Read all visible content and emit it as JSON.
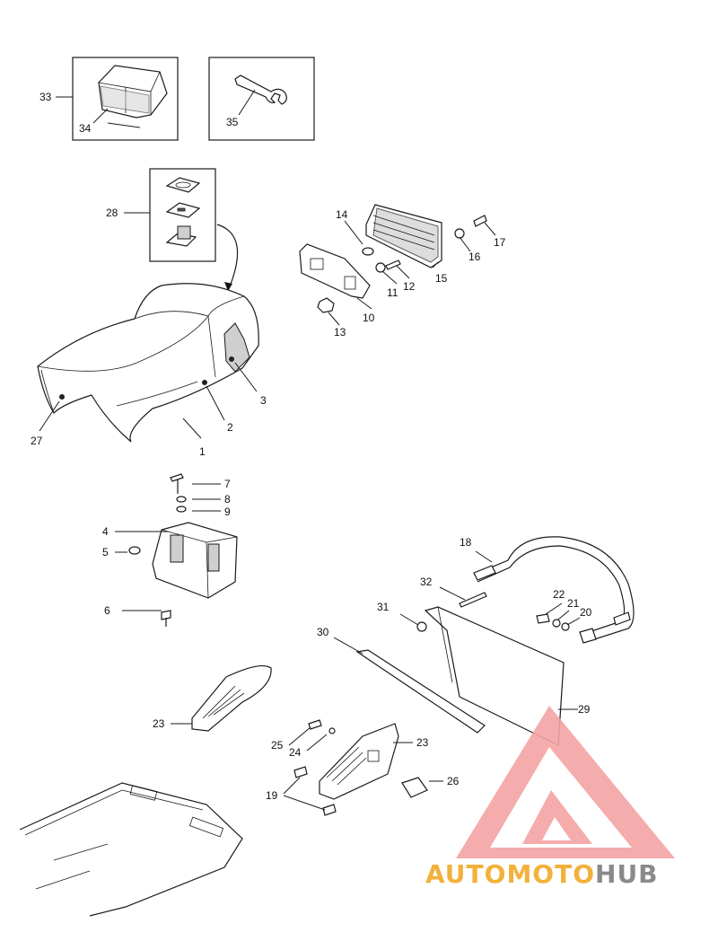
{
  "callouts": {
    "c1": "1",
    "c2": "2",
    "c3": "3",
    "c4": "4",
    "c5": "5",
    "c6": "6",
    "c7": "7",
    "c8": "8",
    "c9": "9",
    "c10": "10",
    "c11": "11",
    "c12": "12",
    "c13": "13",
    "c14": "14",
    "c15": "15",
    "c16": "16",
    "c17": "17",
    "c18": "18",
    "c19": "19",
    "c20": "20",
    "c21": "21",
    "c22": "22",
    "c23a": "23",
    "c23b": "23",
    "c24": "24",
    "c25": "25",
    "c26": "26",
    "c27": "27",
    "c28": "28",
    "c29": "29",
    "c30": "30",
    "c31": "31",
    "c32": "32",
    "c33": "33",
    "c34": "34",
    "c35": "35"
  },
  "watermark": {
    "part_a": "AUTOMOTO",
    "part_b": "HUB",
    "accent_color": "#f2b13b",
    "logo_color": "#f4a3a3",
    "grey_color": "#8a8a8a"
  }
}
